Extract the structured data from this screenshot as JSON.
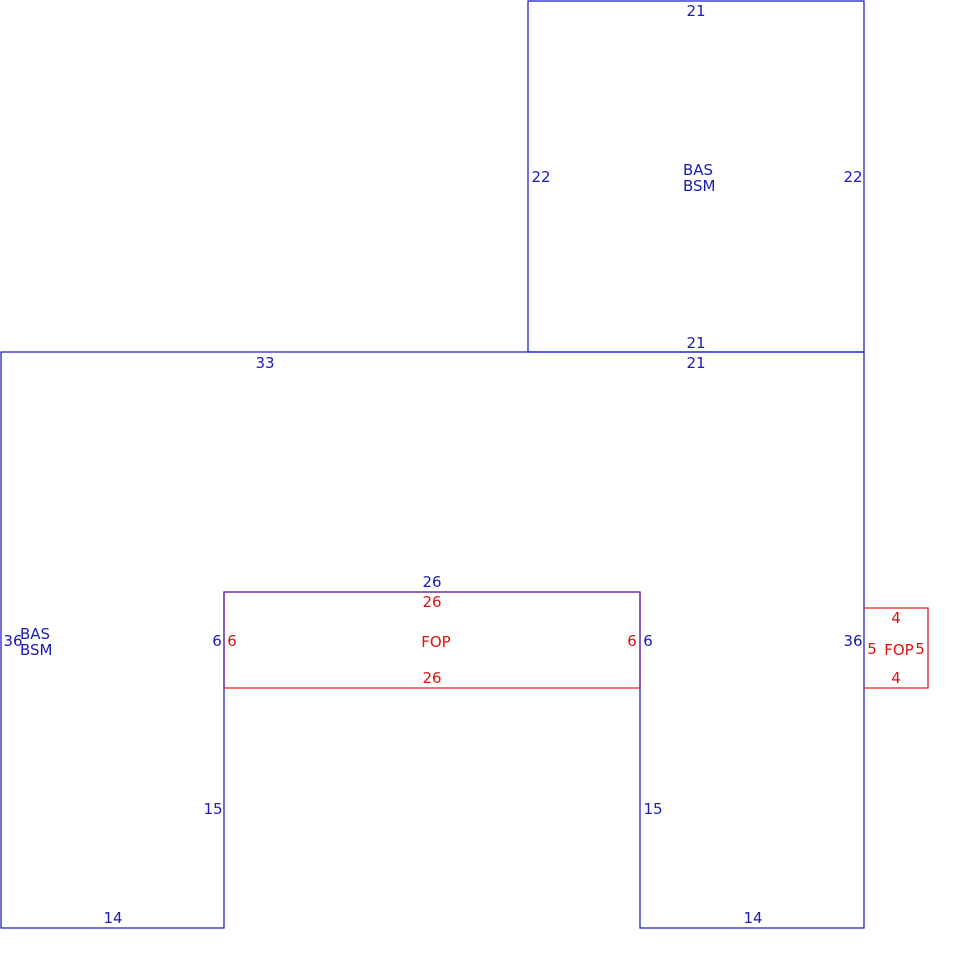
{
  "colors": {
    "main_area": "#1a1ab4",
    "porch_area": "#dd1111"
  },
  "upper_block": {
    "code_line1": "BAS",
    "code_line2": "BSM",
    "top": "21",
    "left": "22",
    "right": "22",
    "bottom": "21"
  },
  "main_block": {
    "code_line1": "BAS",
    "code_line2": "BSM",
    "top_left": "33",
    "top_right": "21",
    "left": "36",
    "right": "36",
    "notch_top": "26",
    "notch_left": "6",
    "notch_right": "6",
    "inner_left": "15",
    "inner_right": "15",
    "bottom_left": "14",
    "bottom_right": "14"
  },
  "front_porch": {
    "code": "FOP",
    "top": "26",
    "bottom": "26",
    "left": "6",
    "right": "6"
  },
  "side_porch": {
    "code": "FOP",
    "top": "4",
    "bottom": "4",
    "left": "5",
    "right": "5"
  }
}
